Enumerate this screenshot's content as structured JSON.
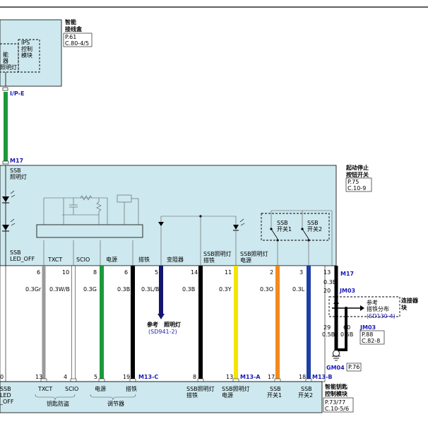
{
  "top_block": {
    "name_lines": [
      "智能",
      "接线盒"
    ],
    "ref_lines": [
      "P.61",
      "C.80-4/5"
    ],
    "ips_lines": [
      "IPS",
      "控制",
      "模块"
    ],
    "cut_label_lines": [
      "能",
      "器",
      "照明灯"
    ],
    "conn_label": "I/P-E"
  },
  "m17_top": "M17",
  "module": {
    "label_lines": [
      "起动停止",
      "按钮开关"
    ],
    "ref_lines": [
      "P.75",
      "C.10-9"
    ],
    "ssb_lamp_lines": [
      "SSB",
      "照明灯"
    ],
    "ssb_led_lines": [
      "SSB",
      "LED_OFF"
    ],
    "sw1_lines": [
      "SSB",
      "开关1"
    ],
    "sw2_lines": [
      "SSB",
      "开关2"
    ]
  },
  "pin_labels": [
    {
      "id": "txct",
      "text": "TXCT"
    },
    {
      "id": "scio",
      "text": "SCIO"
    },
    {
      "id": "power",
      "text": "电源"
    },
    {
      "id": "ground",
      "text": "搭铁"
    },
    {
      "id": "dimmer",
      "text": "变阻器"
    }
  ],
  "pin_labels_multi": [
    {
      "id": "ssbgnd",
      "lines": [
        "SSB照明灯",
        "搭铁"
      ]
    },
    {
      "id": "ssbpwr",
      "lines": [
        "SSB照明灯",
        "电源"
      ]
    }
  ],
  "pins_top": [
    "6",
    "10",
    "8",
    "6",
    "5",
    "14",
    "11",
    "2",
    "3",
    "13"
  ],
  "m17_right": "M17",
  "wires": [
    "0.3Gr",
    "0.3W/B",
    "0.3G",
    "0.3B",
    "0.3L/B",
    "0.3B",
    "0.3Y",
    "0.3O",
    "0.3L",
    "0.3B"
  ],
  "left_wire_cut": "V",
  "jm03_label": "JM03",
  "pin_20": "20",
  "pin_29": "29",
  "pin_60": "60",
  "wire_05b_a": "0.5B",
  "wire_05b_b": "0.5B",
  "ref_lighting": {
    "lines": [
      "参考",
      "照明灯"
    ],
    "ref": "(SD941-2)"
  },
  "ref_ground": {
    "lines": [
      "参考",
      "搭铁分布"
    ],
    "ref": "(SD130-4)"
  },
  "junction": {
    "lines": [
      "连接器",
      "块"
    ]
  },
  "jm03_block": {
    "name": "JM03",
    "ref_lines": [
      "P.88",
      "C.82-8"
    ]
  },
  "gm04": {
    "name": "GM04",
    "ref": "P.76"
  },
  "pins_bottom": [
    "0",
    "13",
    "4",
    "5",
    "19",
    "8",
    "13",
    "17",
    "18"
  ],
  "conn_m13c": "M13-C",
  "conn_m13a": "M13-A",
  "conn_m13b": "M13-B",
  "bottom": {
    "left_lines": [
      "SSB",
      "LED",
      "_OFF"
    ],
    "txct": "TXCT",
    "scio": "SCIO",
    "power": "电源",
    "ground": "搭铁",
    "immobilizer": "钥匙防盗",
    "dimmer": "调节器",
    "ssbgnd_lines": [
      "SSB照明灯",
      "搭铁"
    ],
    "ssbpwr_lines": [
      "SSB照明灯",
      "电源"
    ],
    "sw1_lines": [
      "SSB",
      "开关1"
    ],
    "sw2_lines": [
      "SSB",
      "开关2"
    ],
    "smart_lines": [
      "智能钥匙",
      "控制模块"
    ],
    "smart_ref": [
      "P.73/77",
      "C.10-5/6"
    ]
  },
  "colors": {
    "panel": "#cde8ee",
    "green": "#1a9a3a",
    "gray": "#9a9a9a",
    "black": "#000000",
    "navy": "#12166e",
    "yellow": "#f2e600",
    "orange": "#f28a1e",
    "blue": "#1e3ea8",
    "label_blue": "#1a1ab8"
  }
}
